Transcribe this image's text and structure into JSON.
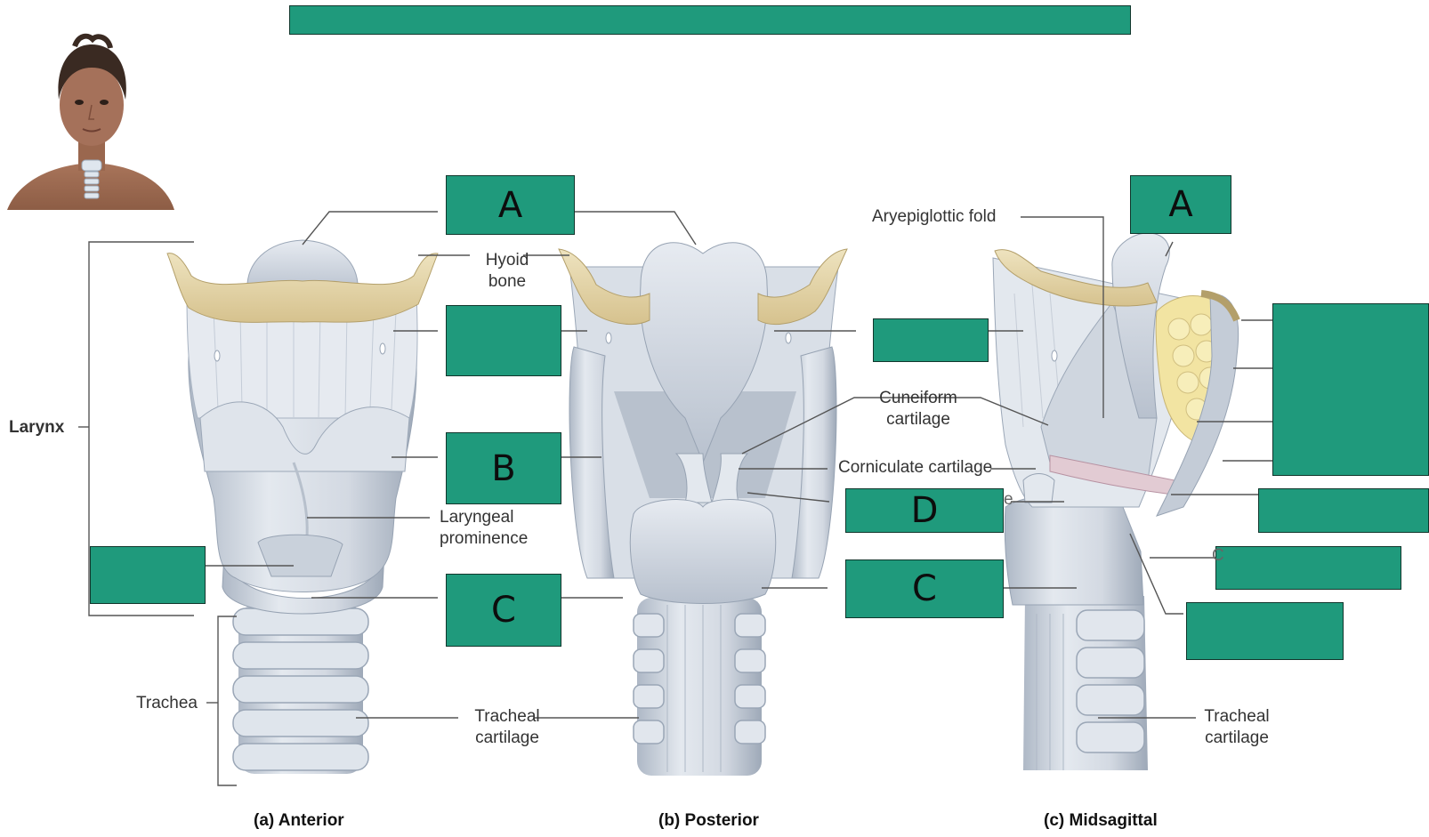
{
  "colors": {
    "answer_box": "#1f9a7c",
    "answer_box_border": "#11362c",
    "cartilage": "#d6dde6",
    "cartilage_shade": "#9fabbb",
    "bone": "#e3d5a8",
    "fat": "#f2e4a2",
    "leader_line": "#555555"
  },
  "answer_boxes": {
    "top_a": "A",
    "top_b": "B",
    "top_c": "C",
    "post_d": "D",
    "post_c": "C",
    "mid_a": "A"
  },
  "labels": {
    "hyoid": [
      "Hyoid",
      "bone"
    ],
    "laryngeal_prominence": [
      "Laryngeal",
      "prominence"
    ],
    "tracheal_cartilage_a": [
      "Tracheal",
      "cartilage"
    ],
    "tracheal_cartilage_c": [
      "Tracheal",
      "cartilage"
    ],
    "aryepiglottic_fold": "Aryepiglottic fold",
    "cuneiform": [
      "Cuneiform",
      "cartilage"
    ],
    "corniculate": "Corniculate cartilage",
    "larynx": "Larynx",
    "trachea": "Trachea",
    "partial_e": "e",
    "partial_c": "C"
  },
  "captions": {
    "anterior": "(a) Anterior",
    "posterior": "(b) Posterior",
    "midsagittal": "(c) Midsagittal"
  }
}
